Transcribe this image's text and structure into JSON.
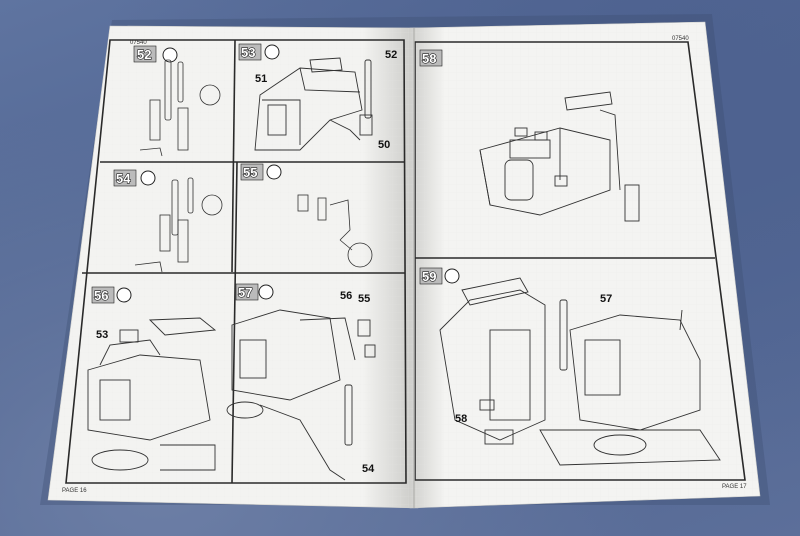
{
  "booklet": {
    "left_page": {
      "code": "07540",
      "footer": "PAGE 16",
      "steps": [
        {
          "number": "52"
        },
        {
          "number": "53",
          "callouts": [
            "51",
            "52",
            "50"
          ]
        },
        {
          "number": "54"
        },
        {
          "number": "55"
        },
        {
          "number": "56",
          "callouts": [
            "53"
          ]
        },
        {
          "number": "57",
          "callouts": [
            "56",
            "55",
            "54"
          ]
        }
      ]
    },
    "right_page": {
      "code": "07540",
      "footer": "PAGE 17",
      "steps": [
        {
          "number": "58"
        },
        {
          "number": "59",
          "callouts": [
            "57",
            "58"
          ]
        }
      ]
    }
  },
  "colors": {
    "background": "#5a6e96",
    "paper": "#f4f4f2",
    "ink": "#2a2a2a"
  }
}
